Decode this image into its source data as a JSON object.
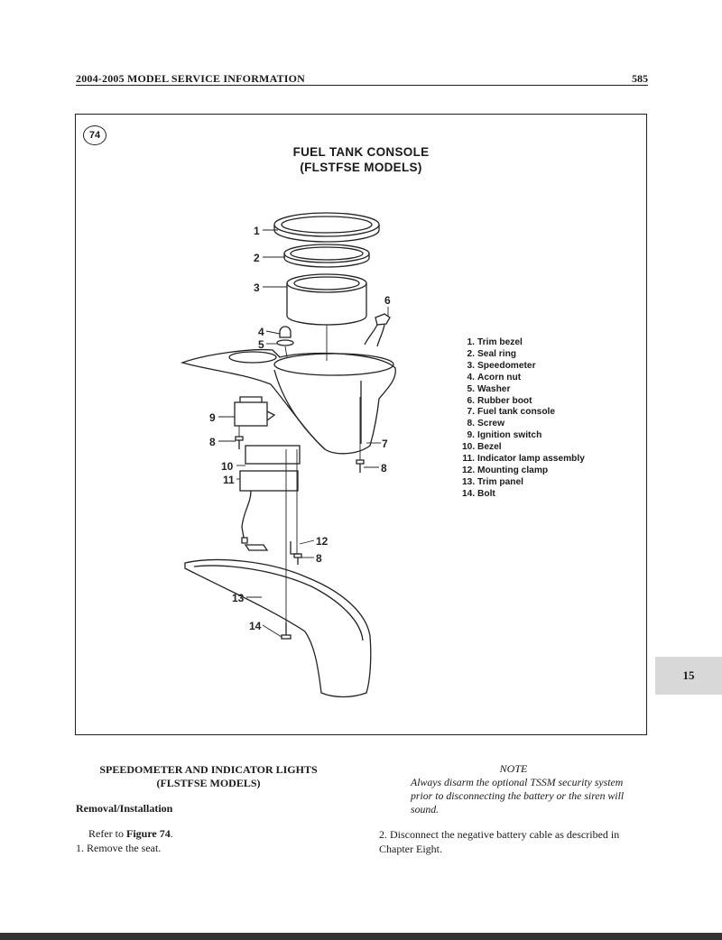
{
  "header": {
    "title": "2004-2005 MODEL SERVICE INFORMATION",
    "page_number": "585"
  },
  "figure": {
    "number": "74",
    "title_line1": "FUEL TANK CONSOLE",
    "title_line2": "(FLSTFSE MODELS)",
    "callouts": [
      "1",
      "2",
      "3",
      "4",
      "5",
      "6",
      "7",
      "8",
      "9",
      "10",
      "11",
      "12",
      "13",
      "14"
    ],
    "legend": [
      {
        "n": "1.",
        "label": "Trim bezel"
      },
      {
        "n": "2.",
        "label": "Seal ring"
      },
      {
        "n": "3.",
        "label": "Speedometer"
      },
      {
        "n": "4.",
        "label": "Acorn nut"
      },
      {
        "n": "5.",
        "label": "Washer"
      },
      {
        "n": "6.",
        "label": "Rubber boot"
      },
      {
        "n": "7.",
        "label": "Fuel tank console"
      },
      {
        "n": "8.",
        "label": "Screw"
      },
      {
        "n": "9.",
        "label": "Ignition switch"
      },
      {
        "n": "10.",
        "label": "Bezel"
      },
      {
        "n": "11.",
        "label": "Indicator lamp assembly"
      },
      {
        "n": "12.",
        "label": "Mounting clamp"
      },
      {
        "n": "13.",
        "label": "Trim panel"
      },
      {
        "n": "14.",
        "label": "Bolt"
      }
    ]
  },
  "chapter_tab": "15",
  "section": {
    "title_line1": "SPEEDOMETER AND INDICATOR LIGHTS",
    "title_line2": "(FLSTFSE MODELS)",
    "subheading": "Removal/Installation",
    "refer_prefix": "Refer to ",
    "refer_figure": "Figure 74",
    "refer_suffix": ".",
    "step1": "1. Remove the seat.",
    "note_heading": "NOTE",
    "note_text": "Always disarm the optional TSSM security system prior to disconnecting the battery or the siren will sound.",
    "step2": "2. Disconnect the negative battery cable as described in Chapter Eight."
  }
}
